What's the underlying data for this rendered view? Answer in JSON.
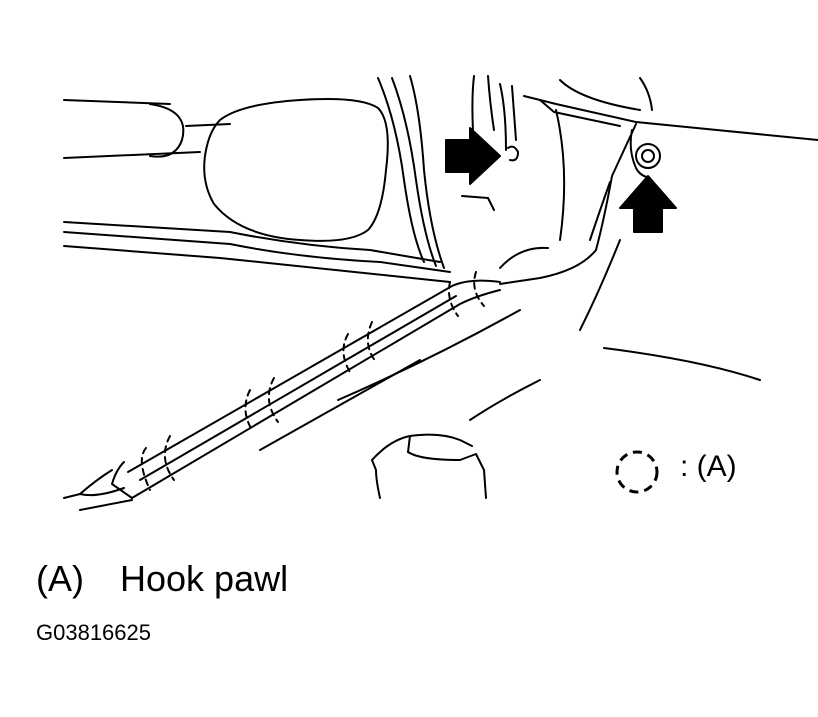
{
  "legend": {
    "symbol": "dashed-circle",
    "text": ": (A)"
  },
  "caption": {
    "key": "(A)",
    "text": "Hook pawl"
  },
  "figure_code": "G03816625",
  "colors": {
    "ink": "#000000",
    "paper": "#ffffff"
  }
}
